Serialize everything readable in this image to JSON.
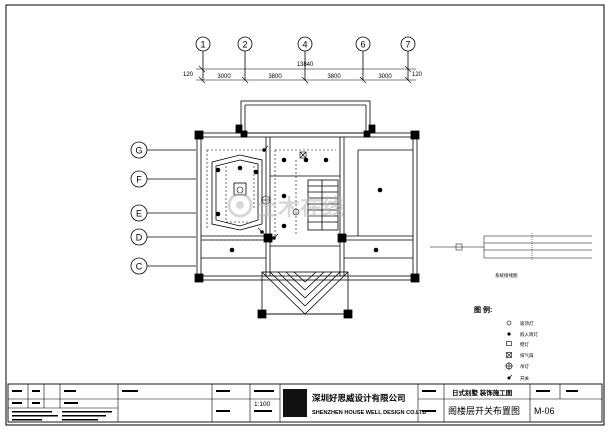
{
  "grid": {
    "columns": [
      "1",
      "2",
      "4",
      "6",
      "7"
    ],
    "rows": [
      "G",
      "F",
      "E",
      "D",
      "C"
    ]
  },
  "dimensions": {
    "total": "13840",
    "left_end": "120",
    "right_end": "120",
    "spans": [
      "3000",
      "3800",
      "3800",
      "3000"
    ]
  },
  "wiring_label": "系统接线图",
  "legend": {
    "title": "图 例:",
    "items": [
      {
        "icon": "ceiling-lamp-icon",
        "label": "吸顶灯"
      },
      {
        "icon": "recessed-light-icon",
        "label": "嵌入筒灯"
      },
      {
        "icon": "wall-lamp-icon",
        "label": "壁灯"
      },
      {
        "icon": "exhaust-fan-icon",
        "label": "排气扇"
      },
      {
        "icon": "pendant-lamp-icon",
        "label": "吊灯"
      },
      {
        "icon": "switch-icon",
        "label": "开关"
      }
    ]
  },
  "title_block": {
    "scale": "1:100",
    "company_cn": "深圳好思威设计有限公司",
    "company_en": "SHENZHEN HOUSE WELL DESIGN CO.LTD",
    "project": "日式别墅 装饰施工图",
    "drawing_title": "阁楼层开关布置图",
    "drawing_no": "M-06"
  },
  "watermark": "土木在线",
  "colors": {
    "line": "#000000",
    "watermark": "#b8b8b8"
  }
}
